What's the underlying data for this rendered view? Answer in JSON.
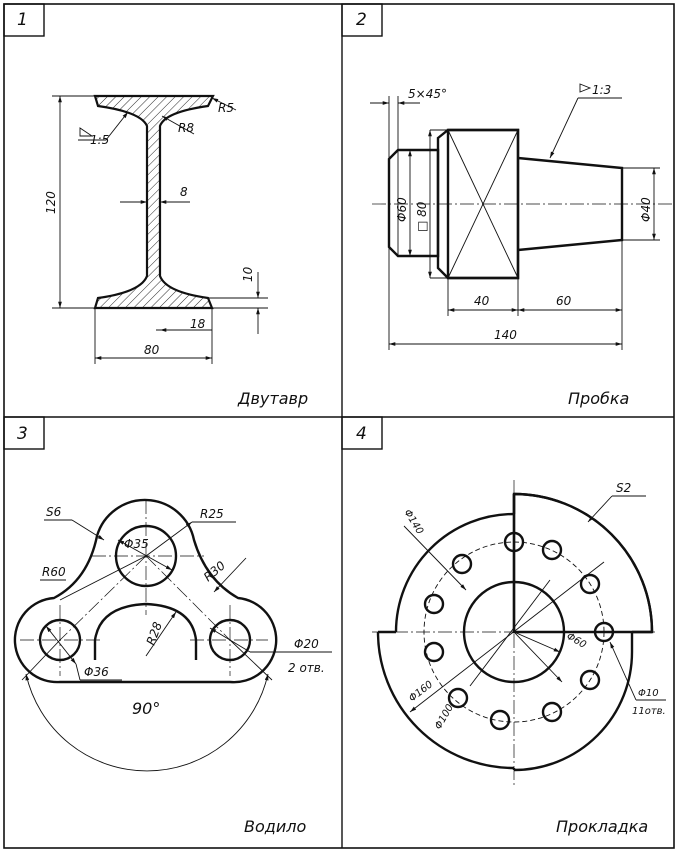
{
  "panels": [
    {
      "number": "1",
      "title": "Двутавр",
      "dims": {
        "d120": "120",
        "d1_5": "1:5",
        "d8": "8",
        "dR5": "R5",
        "dR8": "R8",
        "d10": "10",
        "d18": "18",
        "d80": "80"
      }
    },
    {
      "number": "2",
      "title": "Пробка",
      "dims": {
        "d5x45": "5×45°",
        "d1_3": "1:3",
        "dPhi60": "Φ60",
        "dSq80": "□ 80",
        "dPhi40": "Φ40",
        "d40": "40",
        "d60": "60",
        "d140": "140"
      }
    },
    {
      "number": "3",
      "title": "Водило",
      "dims": {
        "dS6": "S6",
        "dPhi35": "Φ35",
        "dR25": "R25",
        "dR30": "R30",
        "dR60": "R60",
        "dR28": "R28",
        "dPhi20": "Φ20",
        "dHoles": "2 отв.",
        "dPhi36": "Φ36",
        "d90": "90°"
      }
    },
    {
      "number": "4",
      "title": "Прокладка",
      "dims": {
        "dS2": "S2",
        "dPhi140": "Φ140",
        "dPhi60": "Φ60",
        "dPhi160": "Φ160",
        "dPhi100": "Φ100",
        "dPhi10": "Φ10",
        "dHoles": "11отв."
      }
    }
  ]
}
